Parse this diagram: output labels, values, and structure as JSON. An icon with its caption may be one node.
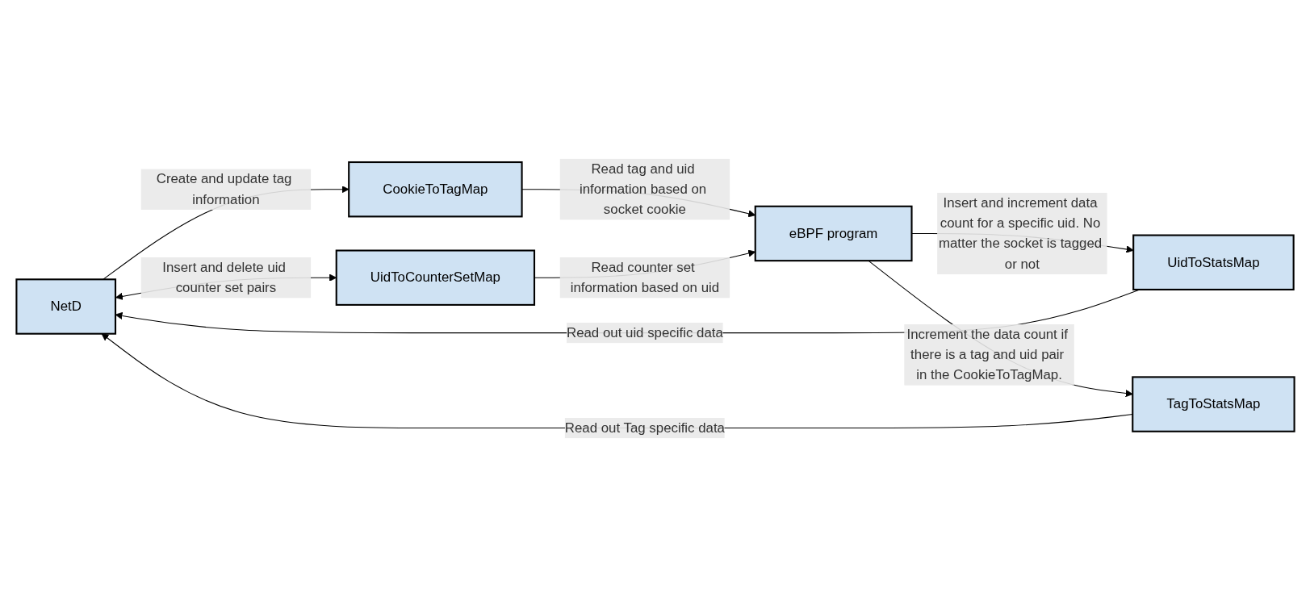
{
  "diagram": {
    "nodes": [
      {
        "text": [
          "NetD"
        ]
      },
      {
        "text": [
          "CookieToTagMap"
        ]
      },
      {
        "text": [
          "UidToCounterSetMap"
        ]
      },
      {
        "text": [
          "UidToStatsMap"
        ]
      },
      {
        "text": [
          "TagToStatsMap"
        ]
      },
      {
        "text": [
          "eBPF program"
        ]
      }
    ],
    "edges": [
      {
        "from": 0,
        "to": 1,
        "arrow": "to",
        "label": "Create and update tag information"
      },
      {
        "from": 0,
        "to": 2,
        "arrow": "both",
        "label": "Insert and delete uid counter set pairs"
      },
      {
        "from": 1,
        "to": 5,
        "arrow": "to",
        "label": "Read tag and uid information based on socket cookie"
      },
      {
        "from": 2,
        "to": 5,
        "arrow": "to",
        "label": "Read counter set information based on uid"
      },
      {
        "from": 5,
        "to": 3,
        "arrow": "to",
        "label": "Insert and increment data count for a specific uid. No matter the socket is tagged or not"
      },
      {
        "from": 3,
        "to": 0,
        "arrow": "to",
        "label": "Read out uid specific data"
      },
      {
        "from": 5,
        "to": 4,
        "arrow": "to",
        "label": "Increment the data count if there is a tag and uid pair in the CookieToTagMap."
      },
      {
        "from": 4,
        "to": 0,
        "arrow": "to",
        "label": "Read out Tag specific data"
      }
    ]
  }
}
